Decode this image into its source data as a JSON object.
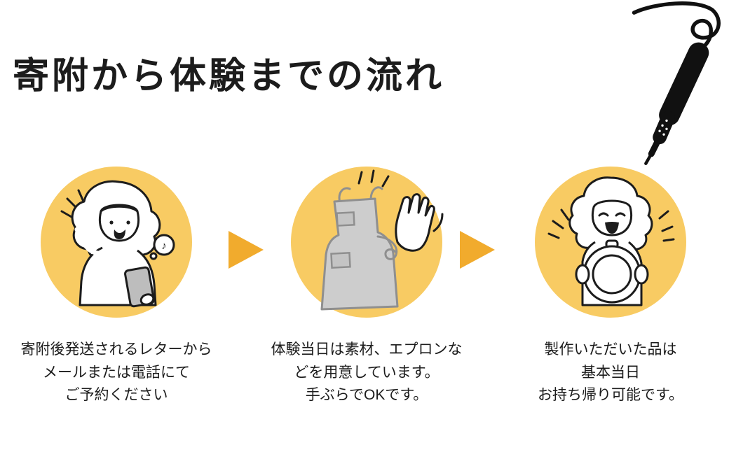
{
  "title": "寄附から体験までの流れ",
  "colors": {
    "bg": "#ffffff",
    "ink": "#1c1c1c",
    "circle": "#f8cb63",
    "arrow": "#f1ab2d",
    "apron": "#cdcdcd",
    "apron-line": "#8f8f8f",
    "phone": "#bdbdbd"
  },
  "steps": [
    {
      "illustration": "woman-checking-phone-icon",
      "caption": "寄附後発送されるレターから\nメールまたは電話にて\nご予約ください"
    },
    {
      "illustration": "apron-and-gloves-icon",
      "caption": "体験当日は素材、エプロンな\nどを用意しています。\n手ぶらでOKです。"
    },
    {
      "illustration": "woman-holding-finished-piece-icon",
      "caption": "製作いただいた品は\n基本当日\nお持ち帰り可能です。"
    }
  ],
  "decoration": {
    "name": "woodburning-pen",
    "note_glyph": "♪"
  }
}
